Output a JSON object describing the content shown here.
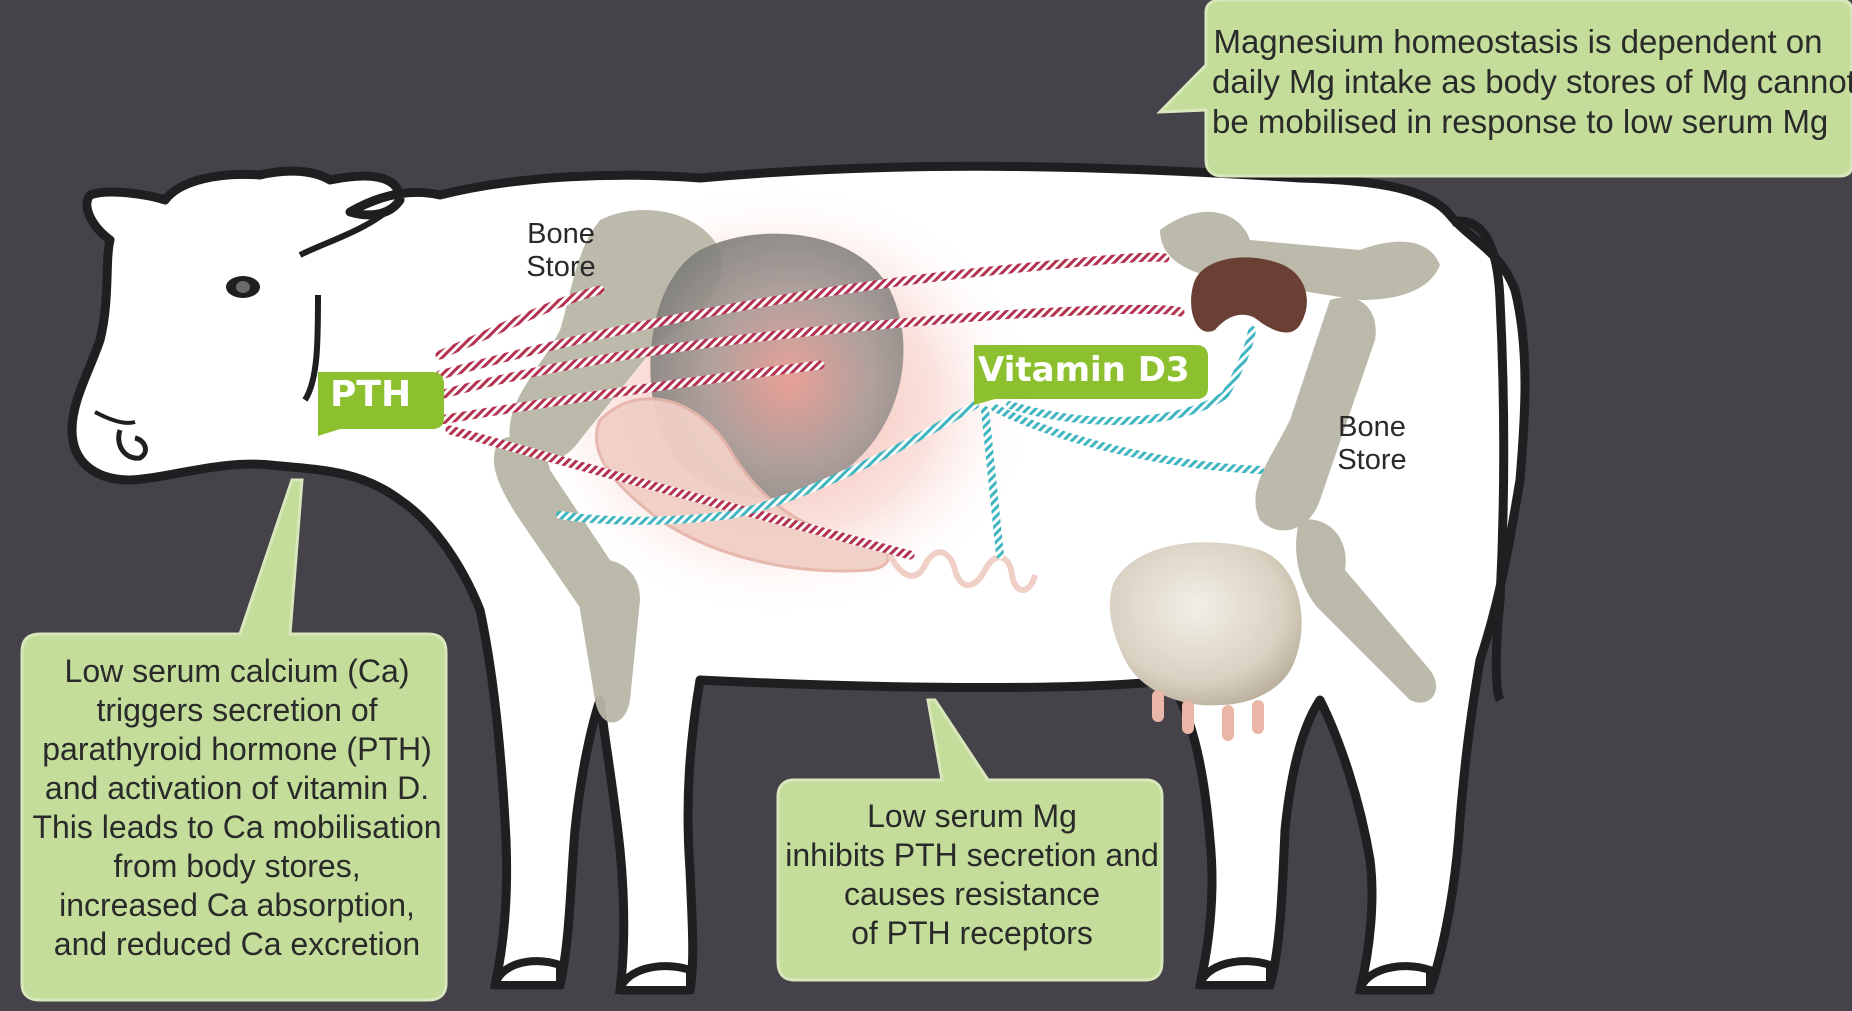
{
  "colors": {
    "background": "#454349",
    "callout_fill": "#c4dd9a",
    "label_green": "#8dc02f",
    "calcium_pathway": "#b3324f",
    "vitamin_pathway": "#3fb5c0",
    "bone": "#b8b6a6",
    "kidney": "#6b4034"
  },
  "labels": {
    "pth": "PTH",
    "vitamin_d3": "Vitamin D3",
    "bone_store_left": [
      "Bone",
      "Store"
    ],
    "bone_store_right": [
      "Bone",
      "Store"
    ]
  },
  "callouts": {
    "magnesium": [
      "Magnesium homeostasis is dependent on",
      "daily Mg intake as body stores of Mg cannot",
      "be mobilised in response to low serum Mg"
    ],
    "calcium": [
      "Low serum calcium (Ca)",
      "triggers secretion of",
      "parathyroid hormone (PTH)",
      "and activation of vitamin D.",
      "This leads to Ca mobilisation",
      "from body stores,",
      "increased Ca absorption,",
      "and reduced Ca excretion"
    ],
    "low_mg": [
      "Low serum Mg",
      "inhibits PTH secretion and",
      "causes resistance",
      "of PTH receptors"
    ]
  }
}
